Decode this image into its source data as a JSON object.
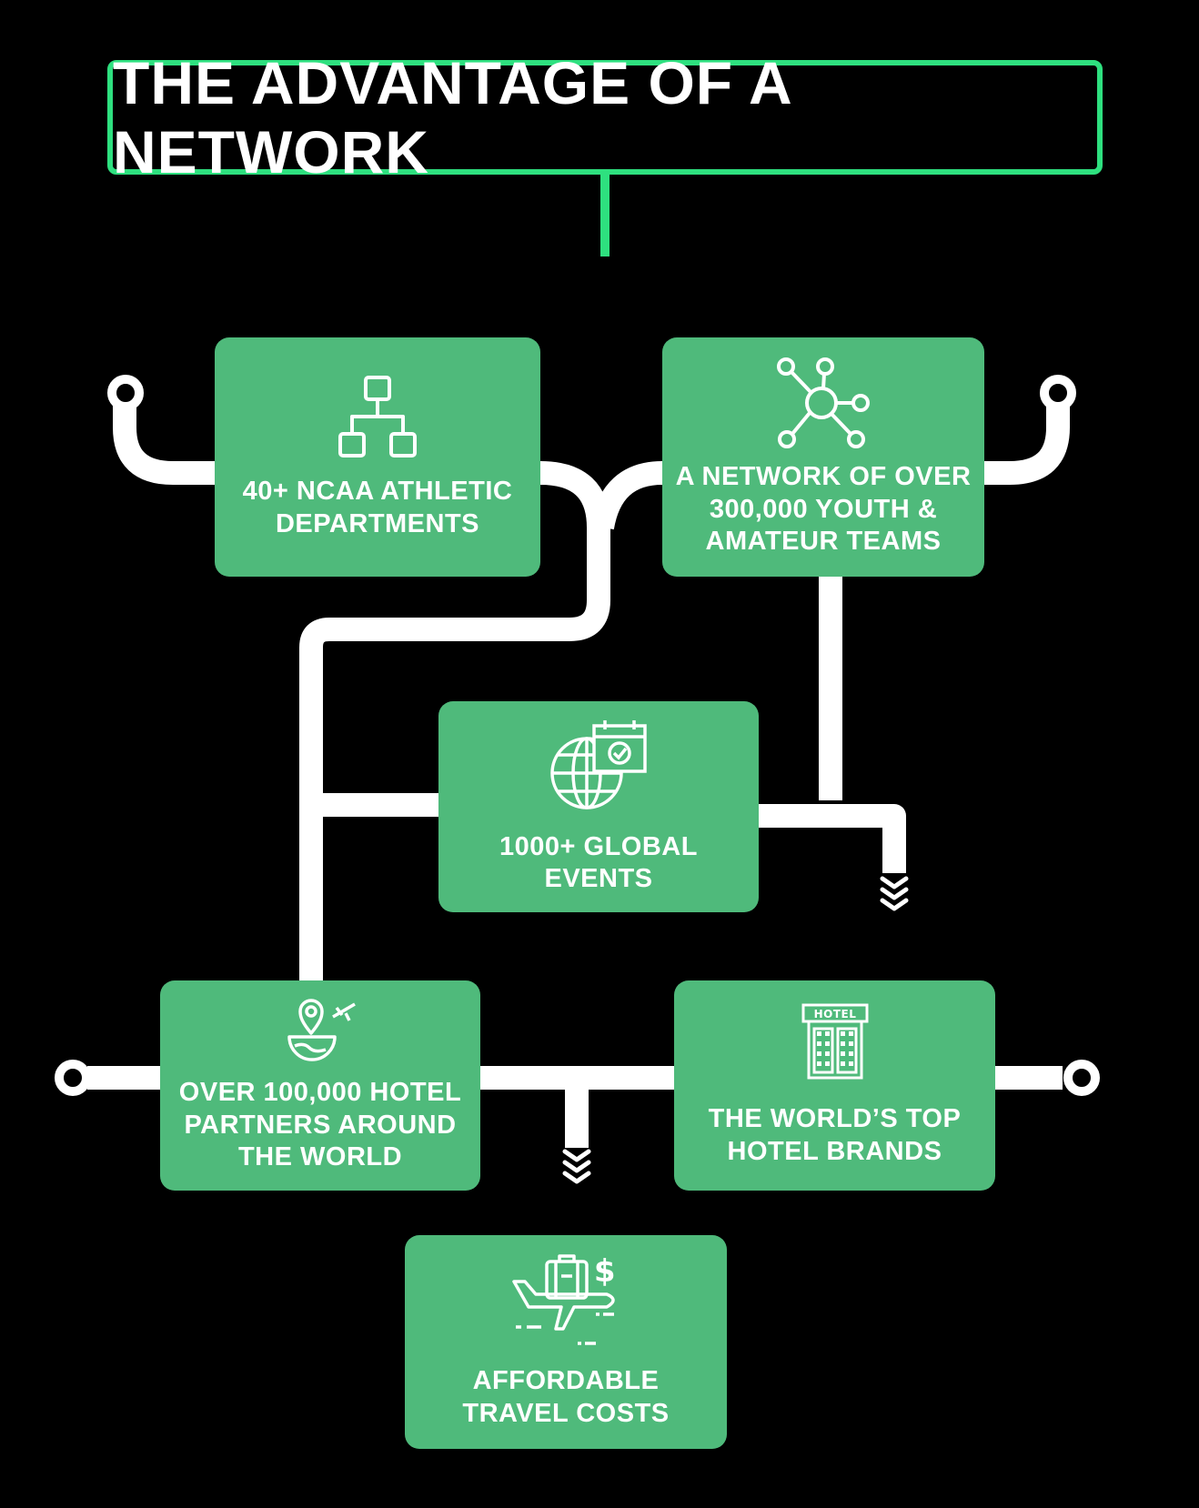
{
  "title": "THE ADVANTAGE OF A NETWORK",
  "colors": {
    "background": "#000000",
    "accent": "#2ee07f",
    "card": "#4fba7b",
    "line": "#ffffff"
  },
  "nodes": [
    {
      "id": "ncaa",
      "label": "40+ NCAA ATHLETIC\nDEPARTMENTS",
      "icon": "org-chart-icon"
    },
    {
      "id": "teams",
      "label": "A NETWORK OF OVER\n300,000 YOUTH &\nAMATEUR TEAMS",
      "icon": "network-hub-icon"
    },
    {
      "id": "events",
      "label": "1000+ GLOBAL\nEVENTS",
      "icon": "globe-calendar-icon"
    },
    {
      "id": "hotels",
      "label": "OVER 100,000 HOTEL\nPARTNERS AROUND\nTHE WORLD",
      "icon": "location-bowl-plane-icon"
    },
    {
      "id": "brands",
      "label": "THE WORLD’S TOP\nHOTEL BRANDS",
      "icon": "hotel-building-icon",
      "icon_text": "HOTEL"
    },
    {
      "id": "travel",
      "label": "AFFORDABLE\nTRAVEL COSTS",
      "icon": "plane-luggage-dollar-icon"
    }
  ]
}
